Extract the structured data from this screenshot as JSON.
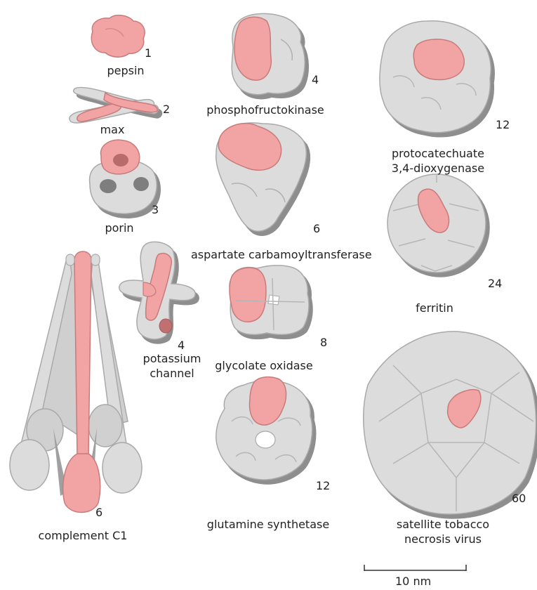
{
  "colors": {
    "subunit_gray": "#dcdcdc",
    "subunit_highlight": "#f2a3a3",
    "outline": "#a9a9a9",
    "shadow": "#8e8e8e"
  },
  "proteins": {
    "pepsin": {
      "name": "pepsin",
      "count": "1"
    },
    "max": {
      "name": "max",
      "count": "2"
    },
    "porin": {
      "name": "porin",
      "count": "3"
    },
    "potassium_channel": {
      "name_line1": "potassium",
      "name_line2": "channel",
      "count": "4"
    },
    "complement_c1": {
      "name": "complement C1",
      "count": "6"
    },
    "phosphofructokinase": {
      "name": "phosphofructokinase",
      "count": "4"
    },
    "aspartate_carbamoyltransferase": {
      "name": "aspartate carbamoyltransferase",
      "count": "6"
    },
    "glycolate_oxidase": {
      "name": "glycolate oxidase",
      "count": "8"
    },
    "glutamine_synthetase": {
      "name": "glutamine synthetase",
      "count": "12"
    },
    "protocatechuate_dioxygenase": {
      "name_line1": "protocatechuate",
      "name_line2": "3,4-dioxygenase",
      "count": "12"
    },
    "ferritin": {
      "name": "ferritin",
      "count": "24"
    },
    "satellite_tobacco_necrosis_virus": {
      "name_line1": "satellite tobacco",
      "name_line2": "necrosis virus",
      "count": "60"
    }
  },
  "scale_bar": {
    "label": "10 nm"
  }
}
